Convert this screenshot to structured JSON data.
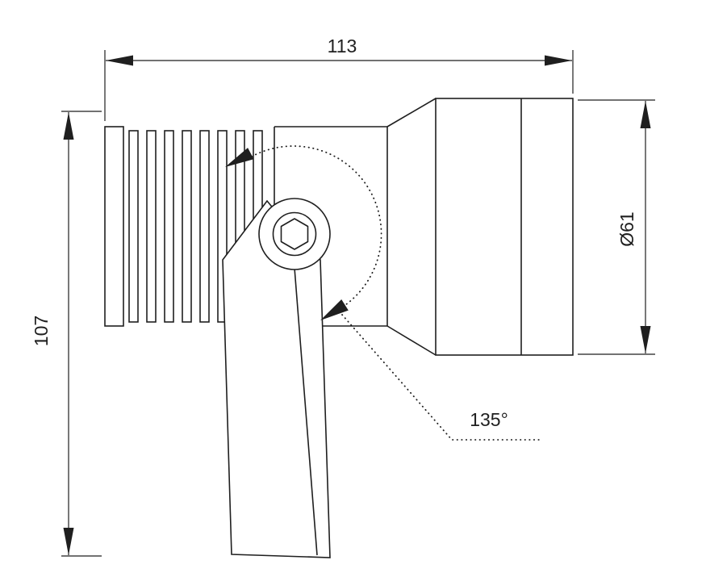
{
  "drawing": {
    "labels": {
      "width": "113",
      "height": "107",
      "diameter": "Ø61",
      "angle": "135°"
    },
    "colors": {
      "line": "#1f1f1f",
      "background": "#ffffff"
    }
  }
}
